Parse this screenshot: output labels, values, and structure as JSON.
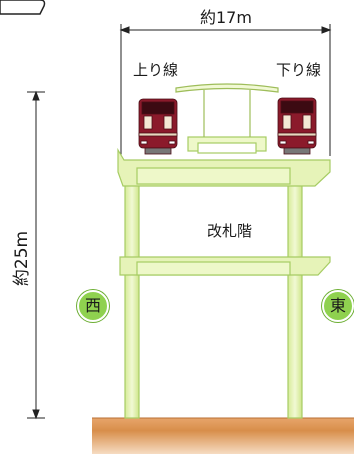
{
  "dimensions": {
    "width_label": "約17m",
    "height_label": "約25m"
  },
  "tracks": {
    "up_line": "上り線",
    "down_line": "下り線"
  },
  "floors": {
    "concourse": "改札階"
  },
  "directions": {
    "west": "西",
    "east": "東"
  },
  "colors": {
    "structure_fill": "#e6f3b8",
    "structure_stroke": "#a6cc63",
    "badge_green": "#8fd14f",
    "ground": "#d88e4a",
    "train_body": "#8b1a2b",
    "train_band": "#e8d9bf"
  }
}
